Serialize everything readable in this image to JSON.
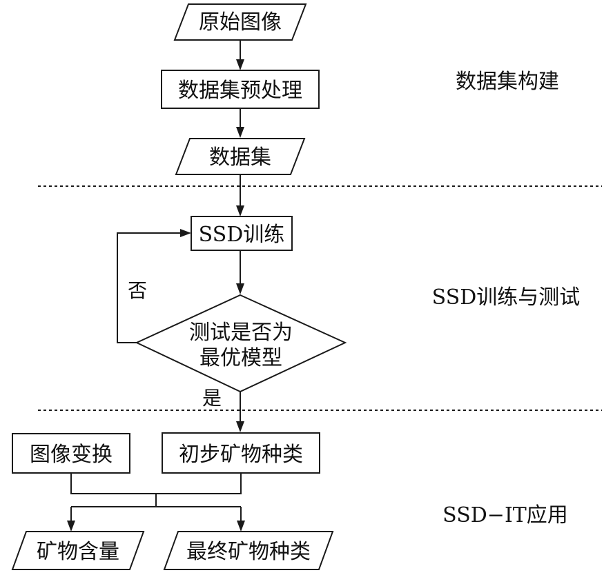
{
  "nodes": {
    "original_image": "原始图像",
    "preprocess": "数据集预处理",
    "dataset": "数据集",
    "ssd_train": "SSD训练",
    "decision_line1": "测试是否为",
    "decision_line2": "最优模型",
    "image_transform": "图像变换",
    "initial_species": "初步矿物种类",
    "mineral_content": "矿物含量",
    "final_species": "最终矿物种类"
  },
  "edges": {
    "no_label": "否",
    "yes_label": "是"
  },
  "sections": {
    "dataset_construction": "数据集构建",
    "train_test": "SSD训练与测试",
    "application": "SSD−IT应用"
  }
}
